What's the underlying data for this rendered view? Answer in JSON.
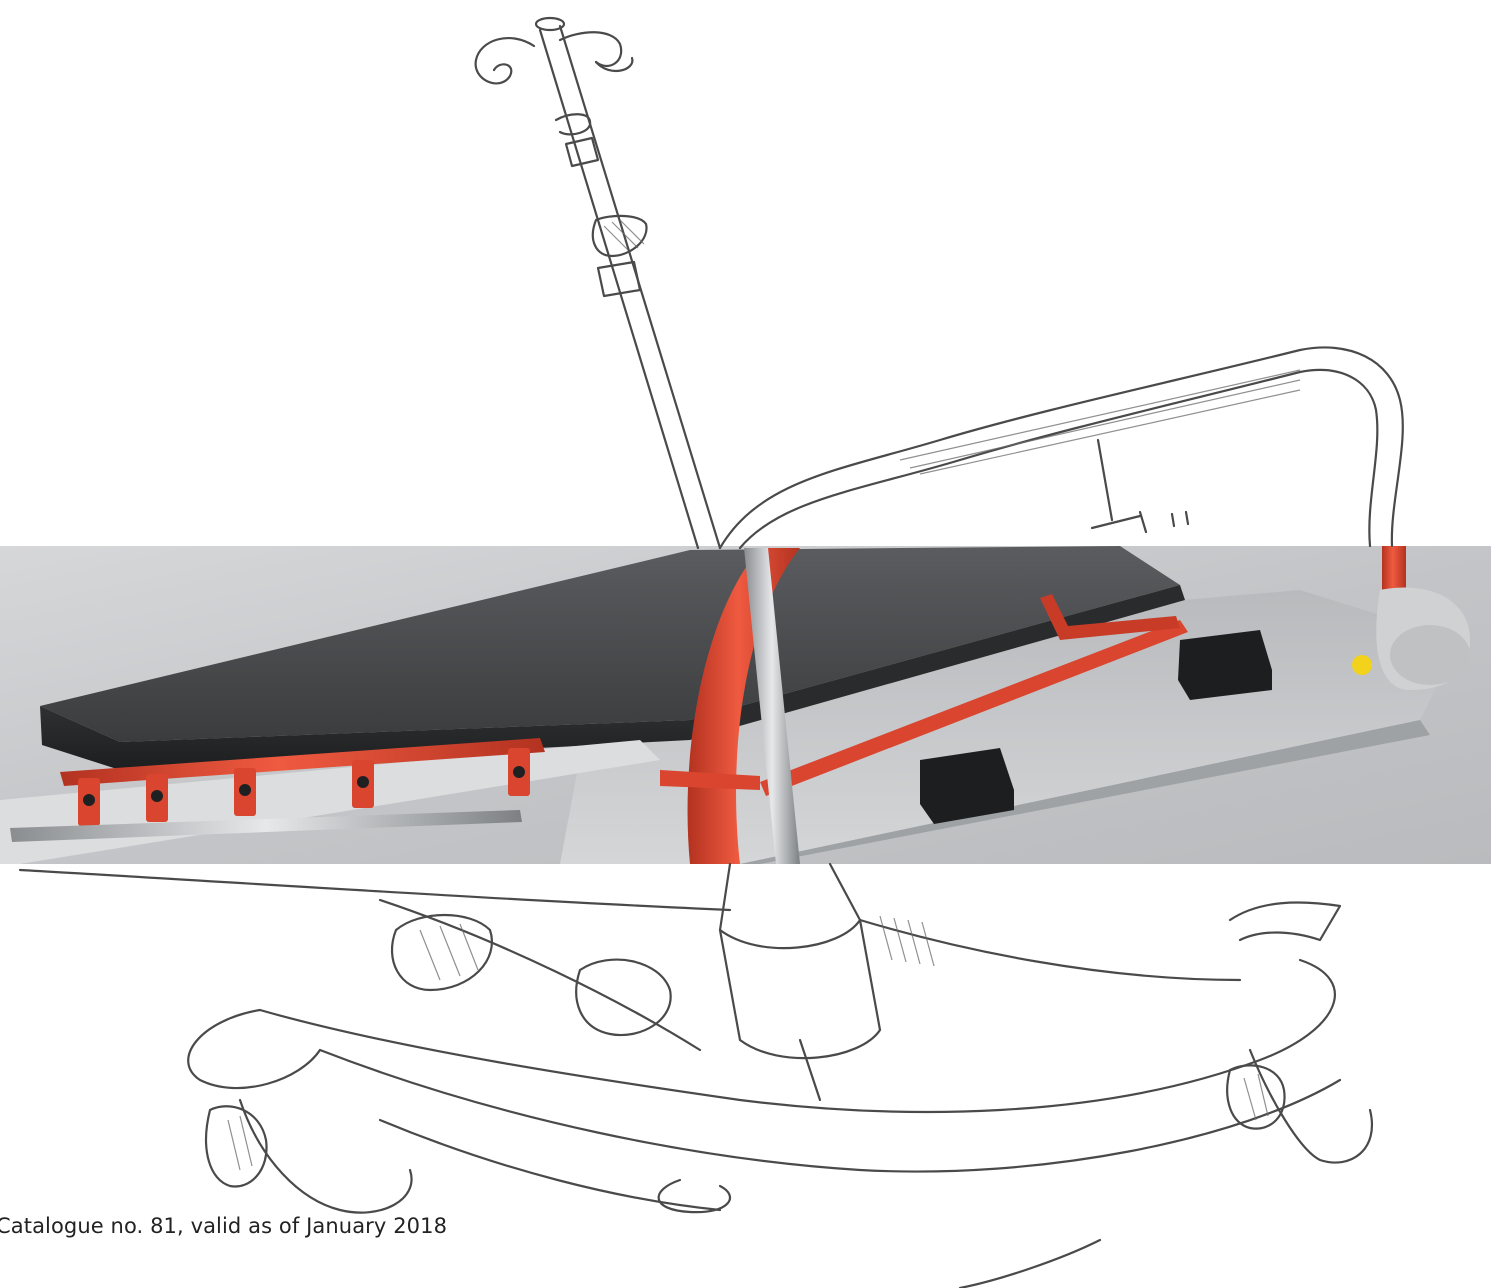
{
  "footer": {
    "catalogue_note": "Catalogue no. 81, valid as of January 2018"
  },
  "colors": {
    "background": "#ffffff",
    "photo_band": "#c9cbcd",
    "frame_red": "#d9452e",
    "mattress": "#2f3133",
    "sketch_line": "#4a4a4a",
    "warning_label": "#f2d21b"
  },
  "illustration": {
    "subject": "stretcher-trolley",
    "sketch_part": "iv-pole-and-undercarriage",
    "photo_part": "mattress-and-red-frame"
  }
}
